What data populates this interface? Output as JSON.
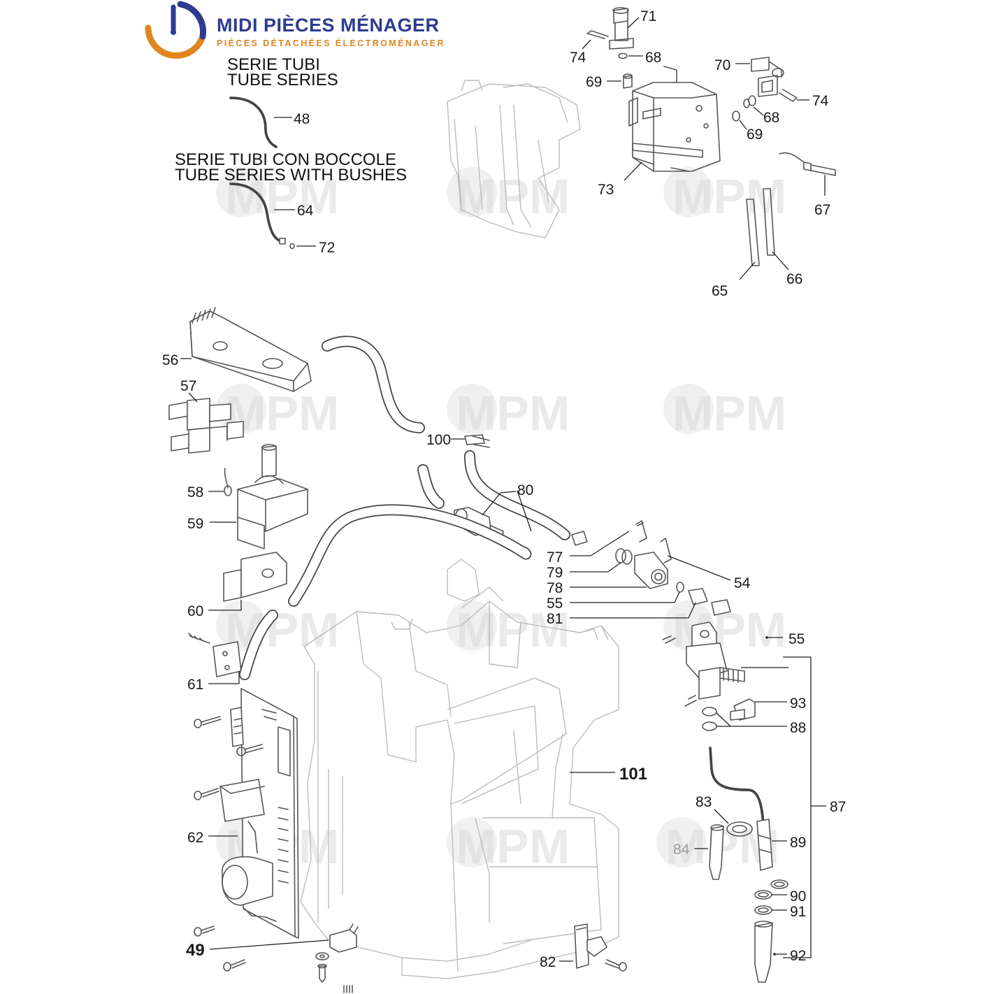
{
  "brand": {
    "name": "MIDI PIÈCES MÉNAGER",
    "tagline": "PIÈCES DÉTACHÉES ÉLECTROMÉNAGER",
    "colors": {
      "blue": "#2d3b8f",
      "orange": "#e0851f"
    },
    "watermark": "MPM"
  },
  "series": {
    "tubes_it": "SERIE TUBI",
    "tubes_en": "TUBE SERIES",
    "bushes_it": "SERIE TUBI CON BOCCOLE",
    "bushes_en": "TUBE SERIES WITH BUSHES"
  },
  "labels": {
    "p48": "48",
    "p64": "64",
    "p72": "72",
    "p71": "71",
    "p74a": "74",
    "p68a": "68",
    "p69a": "69",
    "p70": "70",
    "p74b": "74",
    "p68b": "68",
    "p69b": "69",
    "p73": "73",
    "p67": "67",
    "p65": "65",
    "p66": "66",
    "p56": "56",
    "p57": "57",
    "p58": "58",
    "p59": "59",
    "p60": "60",
    "p61": "61",
    "p62": "62",
    "p49": "49",
    "p100": "100",
    "p80": "80",
    "p77": "77",
    "p79": "79",
    "p78": "78",
    "p55a": "55",
    "p81": "81",
    "p54": "54",
    "p55b": "55",
    "p93": "93",
    "p88": "88",
    "p101": "101",
    "p83": "83",
    "p84": "84",
    "p87": "87",
    "p89": "89",
    "p90": "90",
    "p91": "91",
    "p92": "92",
    "p82": "82"
  }
}
